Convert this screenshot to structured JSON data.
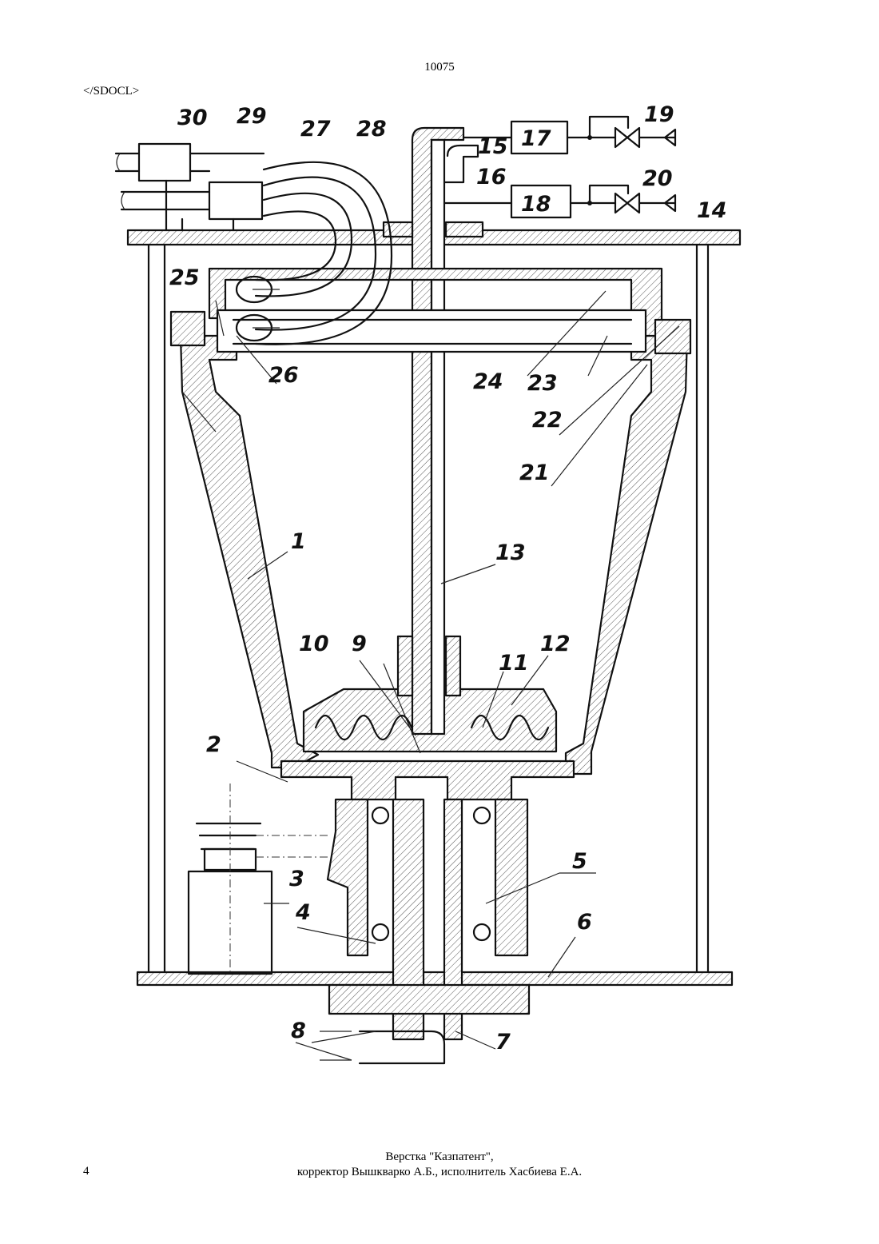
{
  "header": {
    "doc_number": "10075",
    "tag": "</SDOCL>"
  },
  "figure": {
    "labels": [
      "1",
      "2",
      "3",
      "4",
      "5",
      "6",
      "7",
      "8",
      "9",
      "10",
      "11",
      "12",
      "13",
      "14",
      "15",
      "16",
      "17",
      "18",
      "19",
      "20",
      "21",
      "22",
      "23",
      "24",
      "25",
      "26",
      "27",
      "28",
      "29",
      "30"
    ]
  },
  "footer": {
    "page_number": "4",
    "line1": "Верстка \"Казпатент\",",
    "line2": "корректор Вышкварко А.Б., исполнитель Хасбиева Е.А."
  }
}
